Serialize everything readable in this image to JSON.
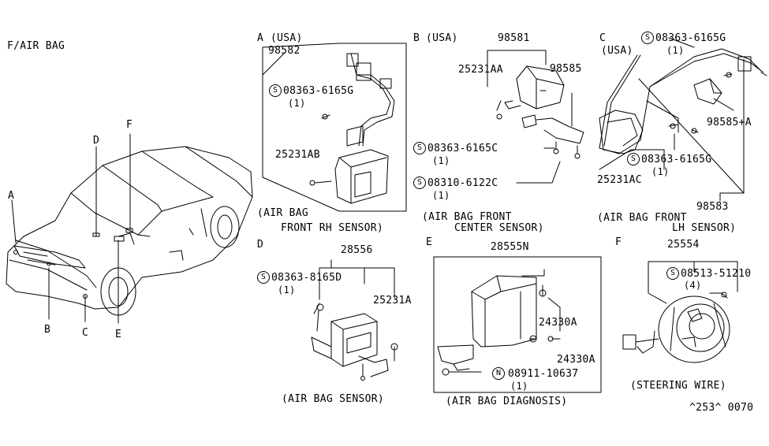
{
  "page_label": "F/AIR BAG",
  "figure_code": "^253^ 0070",
  "car_callouts": [
    "A",
    "B",
    "C",
    "D",
    "E",
    "F"
  ],
  "sections": {
    "A": {
      "letter": "A",
      "region": "(USA)",
      "part_main": "98582",
      "bolt_prefix": "S",
      "bolt": "08363-6165G",
      "bolt_qty": "(1)",
      "screw": "25231AB",
      "caption_1": "(AIR BAG",
      "caption_2": "FRONT RH SENSOR)"
    },
    "B": {
      "letter": "B",
      "region": "(USA)",
      "part_main": "98581",
      "part_a": "25231AA",
      "part_b": "98585",
      "bolt1_prefix": "S",
      "bolt1": "08363-6165C",
      "bolt1_qty": "(1)",
      "bolt2_prefix": "S",
      "bolt2": "08310-6122C",
      "bolt2_qty": "(1)",
      "caption_1": "(AIR BAG FRONT",
      "caption_2": "CENTER SENSOR)"
    },
    "C": {
      "letter": "C",
      "region": "(USA)",
      "bolt1_prefix": "S",
      "bolt1": "08363-6165G",
      "bolt1_qty": "(1)",
      "part_a": "98585+A",
      "bolt2_prefix": "S",
      "bolt2": "08363-6165G",
      "bolt2_qty": "(1)",
      "screw": "25231AC",
      "part_main": "98583",
      "caption_1": "(AIR BAG FRONT",
      "caption_2": "LH SENSOR)"
    },
    "D": {
      "letter": "D",
      "part_main": "28556",
      "bolt_prefix": "S",
      "bolt": "08363-8165D",
      "bolt_qty": "(1)",
      "screw": "25231A",
      "caption": "(AIR BAG SENSOR)"
    },
    "E": {
      "letter": "E",
      "part_main": "28555N",
      "bolt_a": "24330A",
      "bolt_b": "24330A",
      "nut_prefix": "N",
      "nut": "08911-10637",
      "nut_qty": "(1)",
      "caption": "(AIR BAG DIAGNOSIS)"
    },
    "F": {
      "letter": "F",
      "part_main": "25554",
      "bolt_prefix": "S",
      "bolt": "08513-51210",
      "bolt_qty": "(4)",
      "caption": "(STEERING WIRE)"
    }
  }
}
